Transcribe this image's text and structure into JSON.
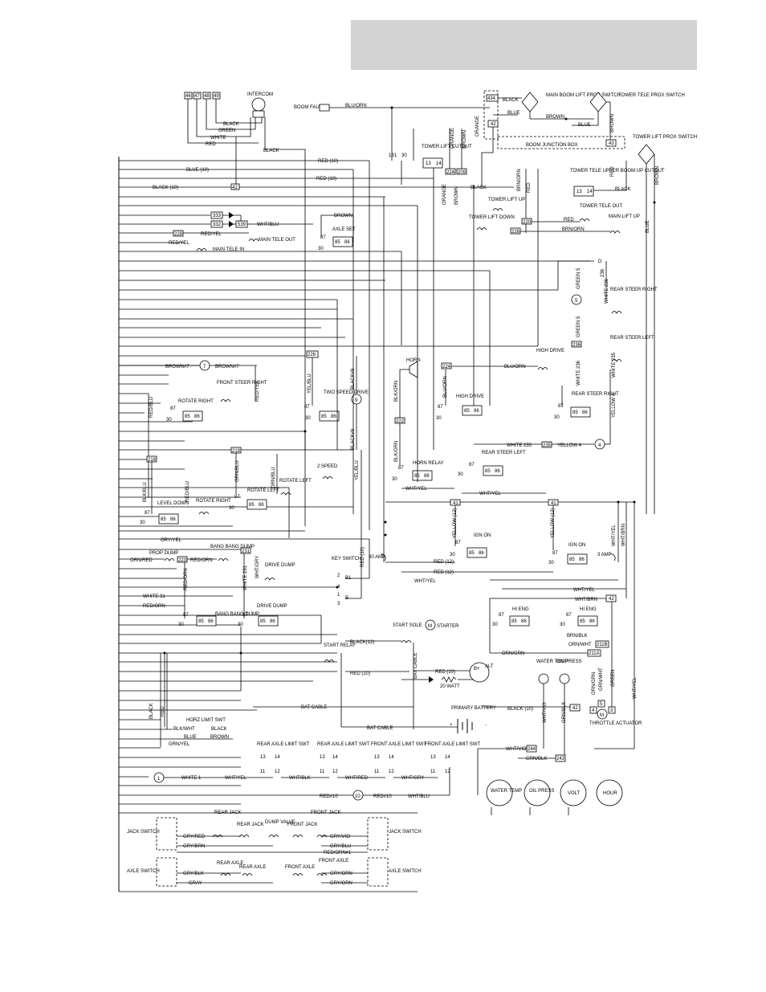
{
  "labels": {
    "intercom": "INTERCOM",
    "black": "BLACK",
    "green": "GREEN",
    "white": "WHITE",
    "red": "RED",
    "boom_fault": "BOOM FAULT",
    "blu_orn": "BLU/ORN",
    "main_boom_lift_prox": "MAIN BOOM LIFT PROX SWITCH",
    "tower_tele_prox": "TOWER TELE PROX SWITCH",
    "tower_lift_prox": "TOWER LIFT PROX SWITCH",
    "boom_junction_box": "BOOM JUNCTION BOX",
    "tower_lift_cutout": "TOWER LIFT CUTOUT",
    "tower_tele_upper_boom_cutout": "TOWER TELE UPPER BOOM UP CUTOUT",
    "tower_lift_up": "TOWER LIFT UP",
    "tower_lift_down": "TOWER LIFT DOWN",
    "tower_tele_out": "TOWER TELE OUT",
    "main_lift_up": "MAIN LIFT UP",
    "axle_set": "AXLE SET",
    "main_tele_out": "MAIN TELE OUT",
    "main_tele_in": "MAIN TELE IN",
    "red_10": "RED (10)",
    "blue_10": "BLUE (10)",
    "black_10": "BLACK (10)",
    "wht_blu": "WHT/BLU",
    "red_yel": "RED/YEL",
    "brown": "BROWN",
    "orange": "ORANGE",
    "brn_orn": "BRN/ORN",
    "rear_steer_right": "REAR STEER RIGHT",
    "rear_steer_left": "REAR STEER LEFT",
    "green_5": "GREEN 5",
    "white_236": "WHITE 236",
    "white_235": "WHITE 235",
    "yellow_4": "YELLOW 4",
    "horn": "HORN",
    "high_drive": "HIGH DRIVE",
    "two_speed_drive": "TWO SPEED DRIVE",
    "horn_relay": "HORN RELAY",
    "front_steer_right": "FRONT STEER RIGHT",
    "rotate_right": "ROTATE RIGHT",
    "rotate_left": "ROTATE LEFT",
    "level_down": "LEVEL DOWN",
    "two_speed": "2 SPEED",
    "brown_7": "BROWN#7",
    "yel_blu": "YEL/BLU",
    "black_9": "BLACK#9",
    "blk_orn": "BLK/ORN",
    "blu_orn2": "BLU/ORN",
    "red_blu": "RED/BLU",
    "grn_blu": "GRN/BLU",
    "orn_blu": "ORN/BLU",
    "blk_blu": "BLK/BLU",
    "wht_yel": "WHT/YEL",
    "gry_yel": "GRY/YEL",
    "yellow_12": "YELLOW (12)",
    "ign_on": "IGN ON",
    "prop_dump": "PROP DUMP",
    "bang_bang_dump": "BANG BANG DUMP",
    "drive_dump": "DRIVE DUMP",
    "orn_red": "ORN/RED",
    "red_orn": "RED/ORN",
    "white_31": "WHITE 31",
    "white_231": "WHITE 231",
    "wht_gry": "WHT/GRY",
    "key_switch": "KEY SWITCH",
    "amp_30": "30 AMP",
    "amp_3": "3 AMP",
    "red_12": "RED (12)",
    "hi_eng": "HI ENG",
    "wht_brn": "WHT/BRN",
    "brn_blk": "BRN/BLK",
    "orn_wht": "ORN/WHT",
    "orn_grn": "ORN/GRN",
    "start_sole": "START SOLE",
    "starter": "STARTER",
    "start_relay": "START RELAY",
    "black_12": "BLACK(12)",
    "bat_cable": "BAT CABLE",
    "alt": "ALT",
    "watt_20": "20 WATT",
    "water_temp": "WATER TEMP",
    "oil_press": "OIL PRESS",
    "grn_wht": "GRN/WHT",
    "throttle_actuator": "THROTTLE ACTUATOR",
    "primary_battery": "PRIMARY BATTERY",
    "wht_vio": "WHT/VIO",
    "grn_blk": "GRN/BLK",
    "horz_limit_swt": "HORZ LIMIT SWT",
    "blk_wht": "BLK/WHT",
    "blue": "BLUE",
    "grn_yel": "GRN/YEL",
    "rear_axle_limit_swt": "REAR AXLE LIMIT SWT",
    "front_axle_limit_swt": "FRONT AXLE LIMIT SWT",
    "white_1": "WHITE 1",
    "wht_blk": "WHT/BLK",
    "wht_red": "WHT/RED",
    "wht_gry2": "WHT/GRY",
    "red_10b": "RED#10",
    "gauge_water_temp": "WATER TEMP",
    "gauge_oil_press": "OIL PRESS",
    "gauge_volt": "VOLT",
    "gauge_hour": "HOUR",
    "jack_switch": "JACK SWITCH",
    "axle_switch": "AXLE SWITCH",
    "rear_jack": "REAR JACK",
    "front_jack": "FRONT JACK",
    "dump_valve": "DUMP VALVE",
    "rear_axle": "REAR AXLE",
    "front_axle": "FRONT AXLE",
    "gry_red": "GRY/RED",
    "gry_brn": "GRY/BRN",
    "red_orn_1": "RED/ORN#1",
    "gry_vio": "GRY/VIO",
    "gry_blu": "GRY/BLU",
    "gry_blk": "GRY/BLK",
    "gray": "GRAY",
    "gry_orn": "GRY/ORN"
  },
  "wire_numbers": {
    "n46": "46",
    "n47": "47",
    "n48": "48",
    "n49": "49",
    "n434": "434",
    "n42": "42",
    "n43": "43",
    "n41": "41",
    "n13": "13",
    "n14": "14",
    "n224": "224",
    "n209": "209",
    "n12": "12",
    "n333": "333",
    "n332": "332",
    "n539": "539",
    "n228": "228",
    "n220": "220",
    "n226": "226",
    "n236": "236",
    "n225": "225",
    "n222": "222",
    "n219": "219",
    "n218": "218",
    "n235": "235",
    "n223": "223",
    "n231": "231",
    "n211B": "211B",
    "n211A": "211A",
    "n244": "244",
    "n243": "243",
    "c5": "5",
    "c7": "7",
    "c9": "9",
    "c4": "4",
    "c1": "1",
    "c10": "10",
    "c3": "3"
  },
  "relay_pins": {
    "p87": "87",
    "p30": "30",
    "p85": "85",
    "p86": "86"
  },
  "switch_pins": {
    "p2": "2",
    "pB1": "B1",
    "p4": "4",
    "p1": "1",
    "pB": "B",
    "p3": "3"
  },
  "limit_pins": {
    "p13": "13",
    "p14": "14",
    "p11": "11",
    "p12": "12"
  }
}
